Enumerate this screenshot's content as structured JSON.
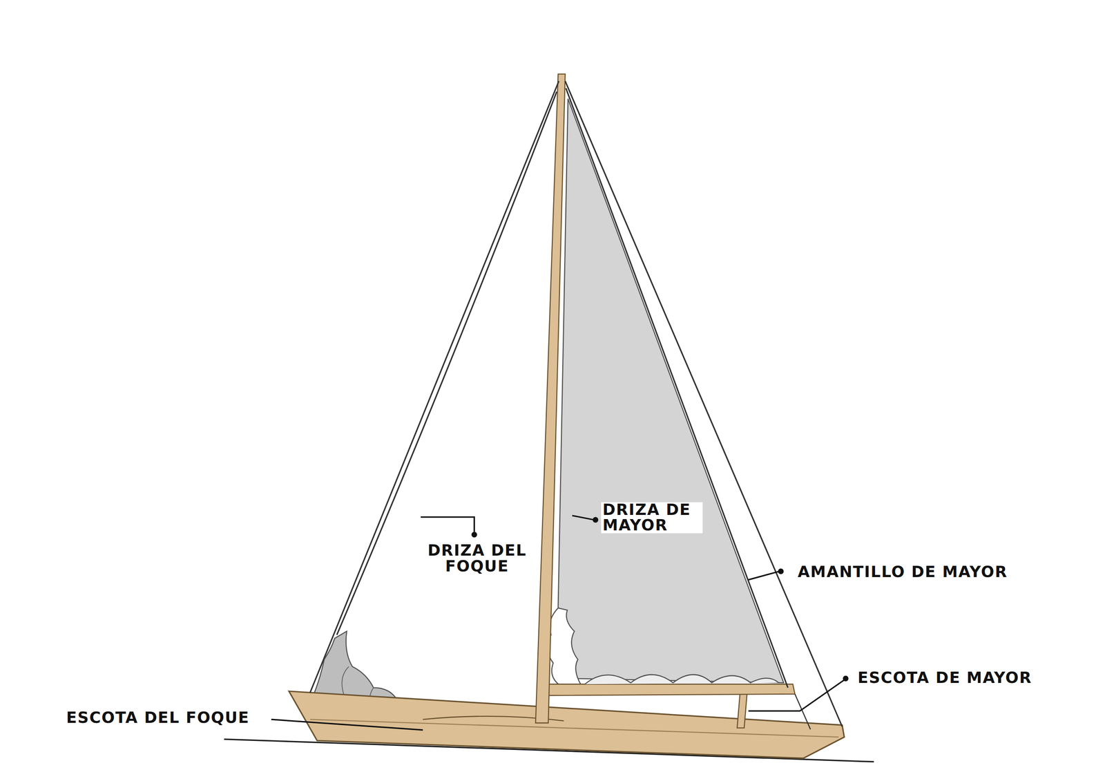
{
  "diagram": {
    "labels": [
      "DRIZA DEL FOQUE",
      "DRIZA DE MAYOR",
      "AMANTILLO DE MAYOR",
      "ESCOTA DE MAYOR",
      "ESCOTA DEL FOQUE"
    ]
  }
}
